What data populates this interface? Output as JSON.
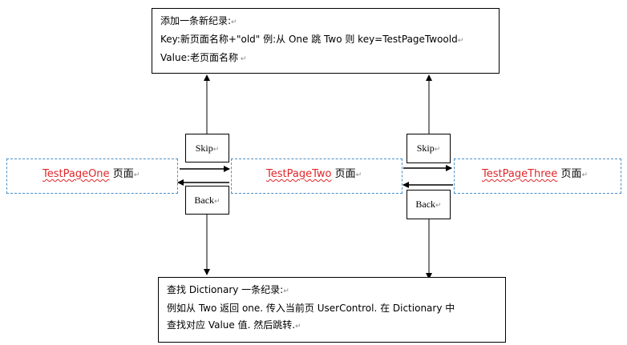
{
  "top_note": {
    "line1": "添加一条新纪录:",
    "line2": "Key:新页面名称+\"old\" 例:从 One 跳 Two 则 key=TestPageTwoold",
    "line3": "Value:老页面名称"
  },
  "bottom_note": {
    "line1": "查找 Dictionary 一条纪录:",
    "line2": "例如从 Two 返回 one. 传入当前页 UserControl. 在 Dictionary 中",
    "line3": "查找对应 Value 值. 然后跳转."
  },
  "pages": {
    "one": {
      "name": "TestPageOne",
      "suffix": "页面"
    },
    "two": {
      "name": "TestPageTwo",
      "suffix": "页面"
    },
    "three": {
      "name": "TestPageThree",
      "suffix": "页面"
    }
  },
  "buttons": {
    "skip1": "Skip",
    "back1": "Back",
    "skip2": "Skip",
    "back2": "Back"
  },
  "colors": {
    "dashed_border": "#4a90c8",
    "page_name": "#e0262a"
  }
}
